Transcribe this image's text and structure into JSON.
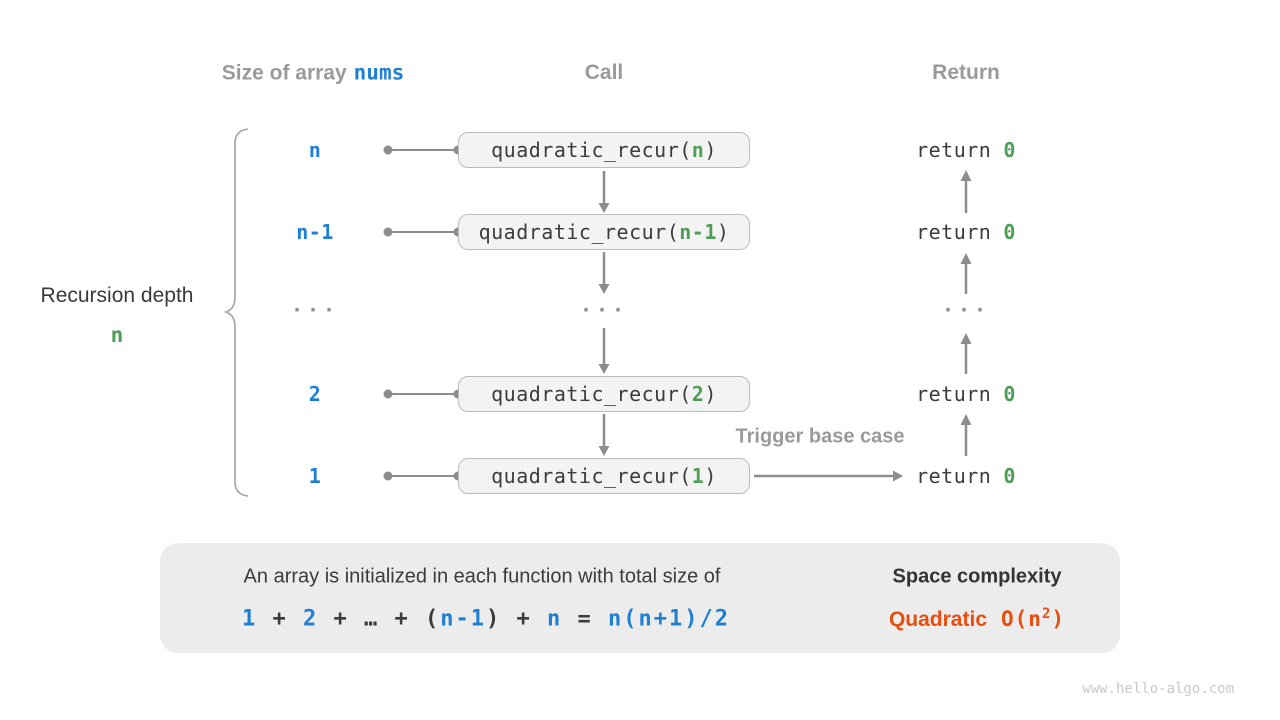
{
  "colors": {
    "blue": "#1e80d2",
    "green": "#4f9e55",
    "orange": "#e84e0e",
    "header_gray": "#9a9a9a",
    "arrow_gray": "#8d8d8d",
    "box_fill": "#f3f3f3",
    "box_border": "#bcbcbc",
    "panel_fill": "#ececec"
  },
  "headers": {
    "size_of_array": "Size of array",
    "nums": "nums",
    "call": "Call",
    "ret": "Return"
  },
  "brace_label": {
    "title": "Recursion depth",
    "depth": "n"
  },
  "rows": [
    {
      "size": "n",
      "call_open": "quadratic_recur(",
      "arg": "n",
      "call_close": ")",
      "ret_kw": "return",
      "ret_val": "0"
    },
    {
      "size": "n-1",
      "call_open": "quadratic_recur(",
      "arg": "n-1",
      "call_close": ")",
      "ret_kw": "return",
      "ret_val": "0"
    },
    {
      "dots": "···"
    },
    {
      "size": "2",
      "call_open": "quadratic_recur(",
      "arg": "2",
      "call_close": ")",
      "ret_kw": "return",
      "ret_val": "0"
    },
    {
      "size": "1",
      "call_open": "quadratic_recur(",
      "arg": "1",
      "call_close": ")",
      "ret_kw": "return",
      "ret_val": "0"
    }
  ],
  "trigger_label": "Trigger base case",
  "summary": {
    "line1": "An array is initialized in each function with total size of",
    "formula": [
      "1",
      " + ",
      "2",
      " + ",
      "…",
      " + ",
      "(",
      "n-1",
      ")",
      " + ",
      "n",
      " = ",
      "n(n+1)/2"
    ],
    "space_title": "Space complexity",
    "space_name": "Quadratic",
    "o_open": "O(n",
    "exponent": "2",
    "o_close": ")"
  },
  "watermark": "www.hello-algo.com"
}
